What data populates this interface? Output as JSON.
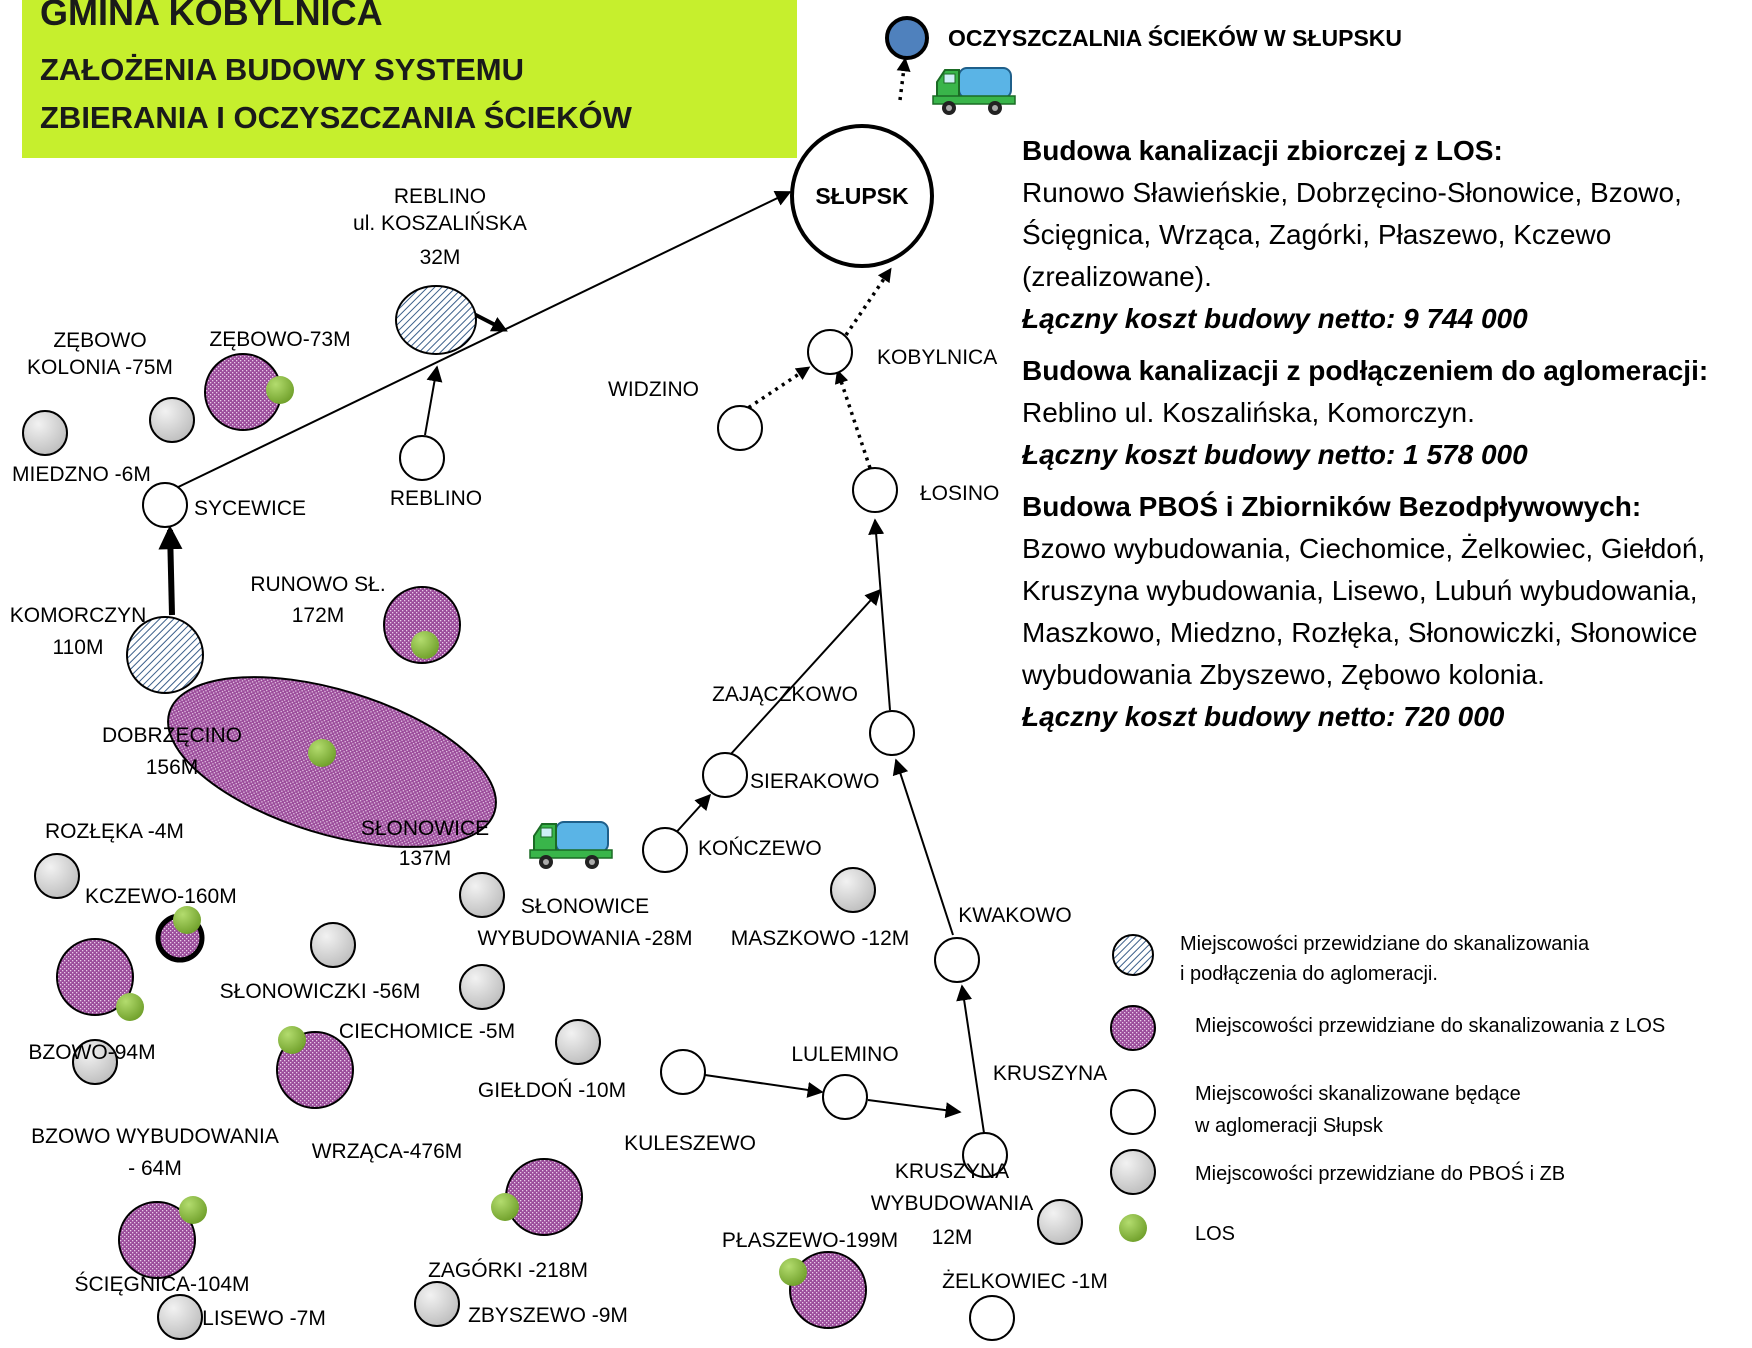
{
  "title": {
    "main": "GMINA KOBYLNICA",
    "line1": "ZAŁOŻENIA BUDOWY SYSTEMU",
    "line2": "ZBIERANIA I OCZYSZCZANIA ŚCIEKÓW"
  },
  "nodes": {
    "plant": "OCZYSZCZALNIA ŚCIEKÓW W SŁUPSKU",
    "slupsk": "SŁUPSK",
    "reblino_kosz": [
      "REBLINO",
      "ul. KOSZALIŃSKA",
      "32M"
    ],
    "zebowo_kolonia": [
      "ZĘBOWO",
      "KOLONIA -75M"
    ],
    "zebowo": "ZĘBOWO-73M",
    "miedzno": "MIEDZNO -6M",
    "sycewice": "SYCEWICE",
    "reblino": "REBLINO",
    "widzino": "WIDZINO",
    "kobylnica": "KOBYLNICA",
    "losino": "ŁOSINO",
    "komorczyn": [
      "KOMORCZYN",
      "110M"
    ],
    "runowo": [
      "RUNOWO SŁ.",
      "172M"
    ],
    "dobrzecino": [
      "DOBRZĘCINO",
      "156M"
    ],
    "slonowice": [
      "SŁONOWICE",
      "137M"
    ],
    "zajaczkowo": "ZAJĄCZKOWO",
    "sierakowo": "SIERAKOWO",
    "konczewo": "KOŃCZEWO",
    "rozleka": "ROZŁĘKA -4M",
    "kczewo": "KCZEWO-160M",
    "slonowice_wyb": [
      "SŁONOWICE",
      "WYBUDOWANIA -28M"
    ],
    "maszkowo": "MASZKOWO -12M",
    "kwakowo": "KWAKOWO",
    "slonowiczki": "SŁONOWICZKI -56M",
    "ciechomice": "CIECHOMICE -5M",
    "bzowo": "BZOWO-94M",
    "gieldon": "GIEŁDOŃ -10M",
    "lulemino": "LULEMINO",
    "kruszyna": "KRUSZYNA",
    "bzowo_wyb": [
      "BZOWO WYBUDOWANIA",
      "- 64M"
    ],
    "wrzaca": "WRZĄCA-476M",
    "kuleszewo": "KULESZEWO",
    "kruszyna_wyb": [
      "KRUSZYNA",
      "WYBUDOWANIA",
      "12M"
    ],
    "sciegnica": "ŚCIĘGNICA-104M",
    "lisewo": "LISEWO -7M",
    "zagorki": "ZAGÓRKI -218M",
    "zbyszewo": "ZBYSZEWO -9M",
    "plaszewo": "PŁASZEWO-199M",
    "zelkowiec": "ŻELKOWIEC -1M"
  },
  "panel": {
    "s1_head": "Budowa kanalizacji zbiorczej z LOS:",
    "s1_body": "Runowo Sławieńskie, Dobrzęcino-Słonowice, Bzowo, Ścięgnica, Wrząca, Zagórki, Płaszewo, Kczewo (zrealizowane).",
    "s1_cost": "Łączny koszt budowy netto: 9 744 000",
    "s2_head": "Budowa kanalizacji z podłączeniem do aglomeracji:",
    "s2_body": "Reblino ul. Koszalińska, Komorczyn.",
    "s2_cost": "Łączny koszt budowy netto: 1 578 000",
    "s3_head": "Budowa PBOŚ i Zbiorników Bezodpływowych:",
    "s3_body": "Bzowo wybudowania, Ciechomice, Żelkowiec, Giełdoń, Kruszyna wybudowania, Lisewo, Lubuń wybudowania, Maszkowo, Miedzno, Rozłęka, Słonowiczki,  Słonowice wybudowania Zbyszewo, Zębowo kolonia.",
    "s3_cost": "Łączny koszt budowy netto: 720 000"
  },
  "legend": {
    "hatched": [
      "Miejscowości przewidziane do skanalizowania",
      "i podłączenia do aglomeracji."
    ],
    "purple": "Miejscowości przewidziane do skanalizowania z LOS",
    "white": [
      "Miejscowości skanalizowane będące",
      "w aglomeracji Słupsk"
    ],
    "grey": "Miejscowości przewidziane do PBOŚ i ZB",
    "los": "LOS"
  },
  "colors": {
    "title_bg": "#c6ef2d",
    "purple": "#9b4d9b",
    "los_dot": "#8cbf3a",
    "grey": "#d4d4d4",
    "plant": "#4f81bd",
    "truck_body": "#5ab4e6",
    "truck_cab": "#39b54a"
  },
  "icons": [
    "truck-icon"
  ]
}
